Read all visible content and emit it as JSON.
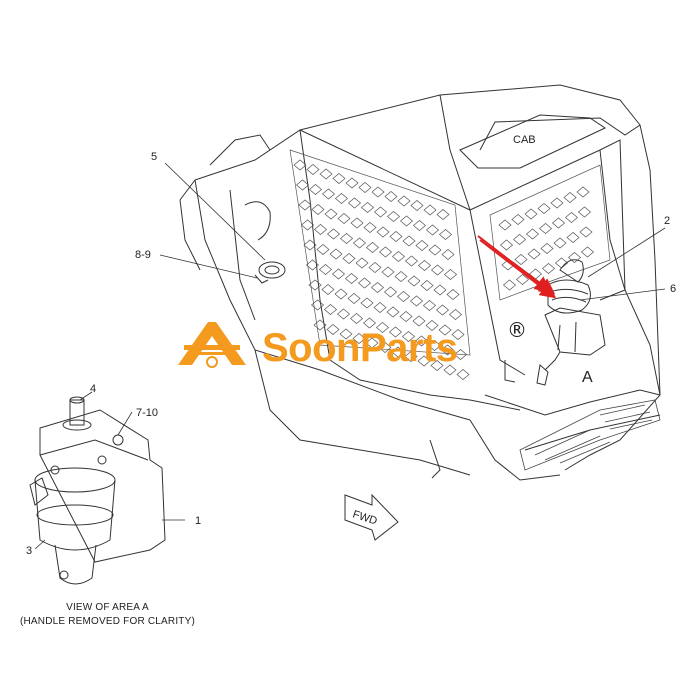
{
  "labels": {
    "cab": "CAB",
    "fwd": "FWD",
    "view": "A",
    "c1": "1",
    "c2": "2",
    "c3": "3",
    "c4": "4",
    "c5": "5",
    "c6": "6",
    "c7_10": "7-10",
    "c8_9": "8-9"
  },
  "caption": {
    "line1": "VIEW OF AREA  A",
    "line2": "(HANDLE REMOVED FOR CLARITY)"
  },
  "watermark": {
    "brand": "SoonParts",
    "reg_mark": "®"
  },
  "colors": {
    "watermark": "#f39a1f",
    "arrow": "#e02020",
    "line": "#333333"
  }
}
